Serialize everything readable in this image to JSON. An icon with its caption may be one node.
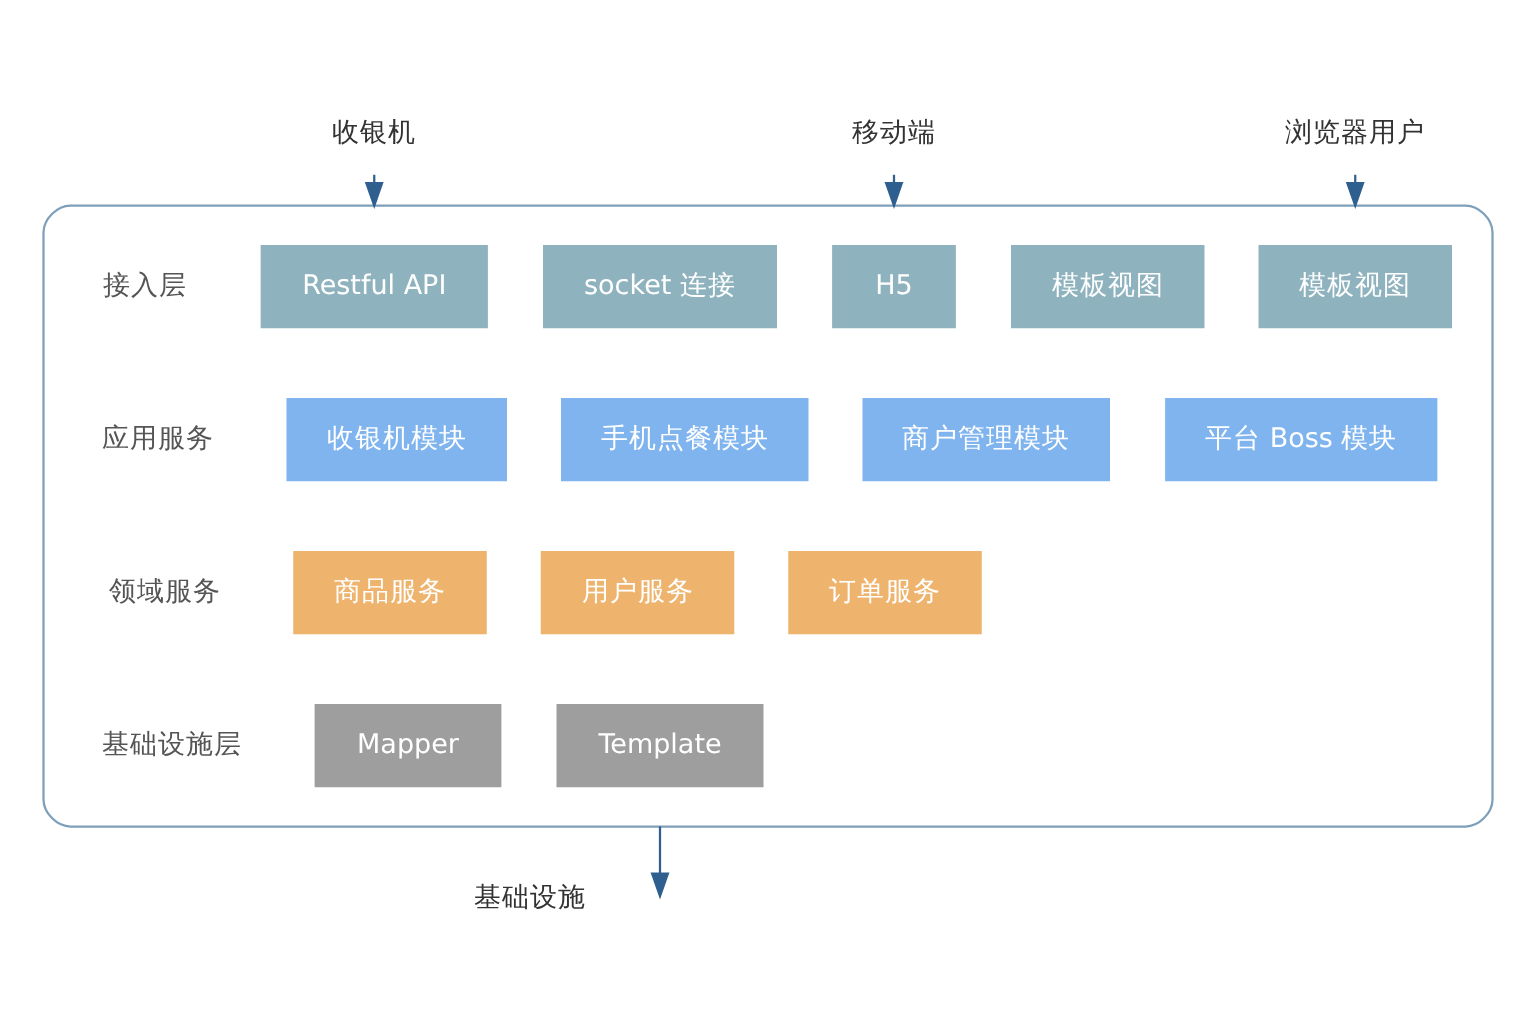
{
  "diagram": {
    "nodes": [
      {
        "text": [
          "收银机"
        ]
      },
      {
        "text": [
          "移动端"
        ]
      },
      {
        "text": [
          "浏览器用户"
        ]
      },
      {
        "text": [],
        "shape": "box"
      },
      {
        "text": [
          "Restful API"
        ],
        "in": 3
      },
      {
        "text": [
          "socket 连接"
        ],
        "in": 3
      },
      {
        "text": [
          "H5"
        ],
        "in": 3
      },
      {
        "text": [
          "模板视图"
        ],
        "in": 3
      },
      {
        "text": [
          "模板视图"
        ],
        "in": 3
      },
      {
        "text": [
          "收银机模块"
        ],
        "in": 3
      },
      {
        "text": [
          "手机点餐模块"
        ],
        "in": 3
      },
      {
        "text": [
          "商户管理模块"
        ],
        "in": 3
      },
      {
        "text": [
          "平台 Boss 模块"
        ],
        "in": 3
      },
      {
        "text": [
          "商品服务"
        ],
        "in": 3
      },
      {
        "text": [
          "用户服务"
        ],
        "in": 3
      },
      {
        "text": [
          "订单服务"
        ],
        "in": 3
      },
      {
        "text": [
          "Mapper"
        ],
        "in": 3
      },
      {
        "text": [
          "Template"
        ],
        "in": 3
      }
    ],
    "edges": [
      {
        "from": 0,
        "to": 3,
        "arrow": "to"
      },
      {
        "from": 1,
        "to": 3,
        "arrow": "to"
      },
      {
        "from": 2,
        "to": 3,
        "arrow": "to"
      },
      {
        "from": 3,
        "to": null,
        "arrow": "to"
      }
    ],
    "labels": [
      "接入层",
      "应用服务",
      "领域服务",
      "基础设施层",
      "基础设施"
    ]
  }
}
